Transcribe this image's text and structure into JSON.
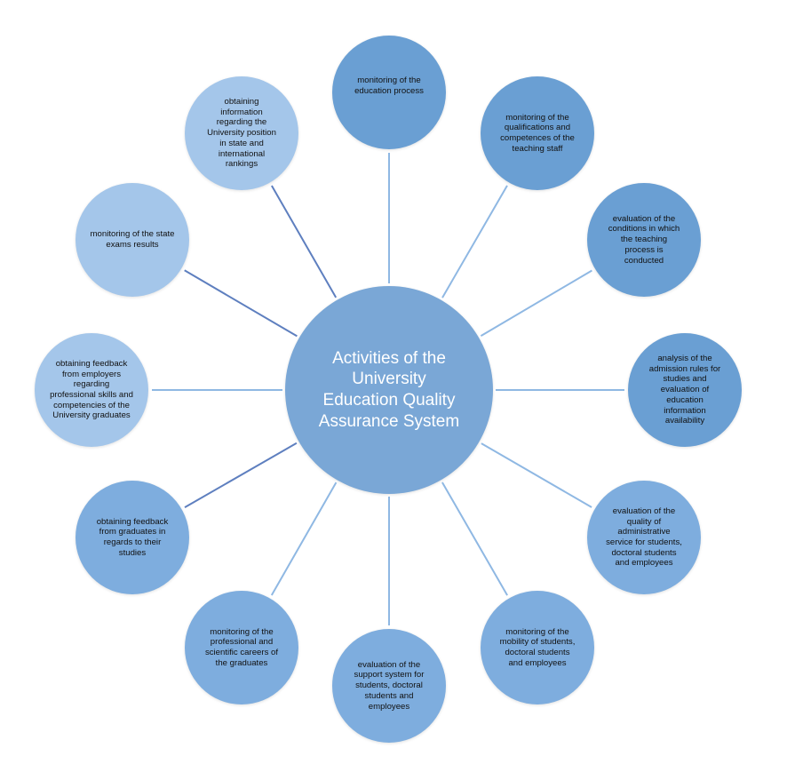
{
  "colors": {
    "center_fill": "#7aa7d6",
    "dark_fill": "#6a9fd3",
    "mid_fill": "#7eadde",
    "light_fill": "#a4c6ea",
    "line_blue": "#8fb8e3",
    "line_dark": "#5e7fbf"
  },
  "center": {
    "label": "Activities of the University Education Quality Assurance System"
  },
  "nodes": [
    {
      "label": "monitoring of the education process",
      "fill": "dark"
    },
    {
      "label": "monitoring of the qualifications and competences of the teaching staff",
      "fill": "dark"
    },
    {
      "label": "evaluation of the conditions in which the teaching process is conducted",
      "fill": "dark"
    },
    {
      "label": "analysis of the admission rules for studies and evaluation of education information availability",
      "fill": "dark"
    },
    {
      "label": "evaluation of the quality of administrative service for students, doctoral students and employees",
      "fill": "mid"
    },
    {
      "label": "monitoring of the mobility of students, doctoral students and employees",
      "fill": "mid"
    },
    {
      "label": "evaluation of the support system for students, doctoral students and employees",
      "fill": "mid"
    },
    {
      "label": "monitoring of the professional and scientific careers of the graduates",
      "fill": "mid"
    },
    {
      "label": "obtaining feedback from graduates in regards to their studies",
      "fill": "mid"
    },
    {
      "label": "obtaining feedback from employers regarding professional skills and competencies of the University graduates",
      "fill": "light"
    },
    {
      "label": "monitoring of the state exams results",
      "fill": "light"
    },
    {
      "label": "obtaining information regarding the University position in state and international rankings",
      "fill": "light"
    }
  ]
}
